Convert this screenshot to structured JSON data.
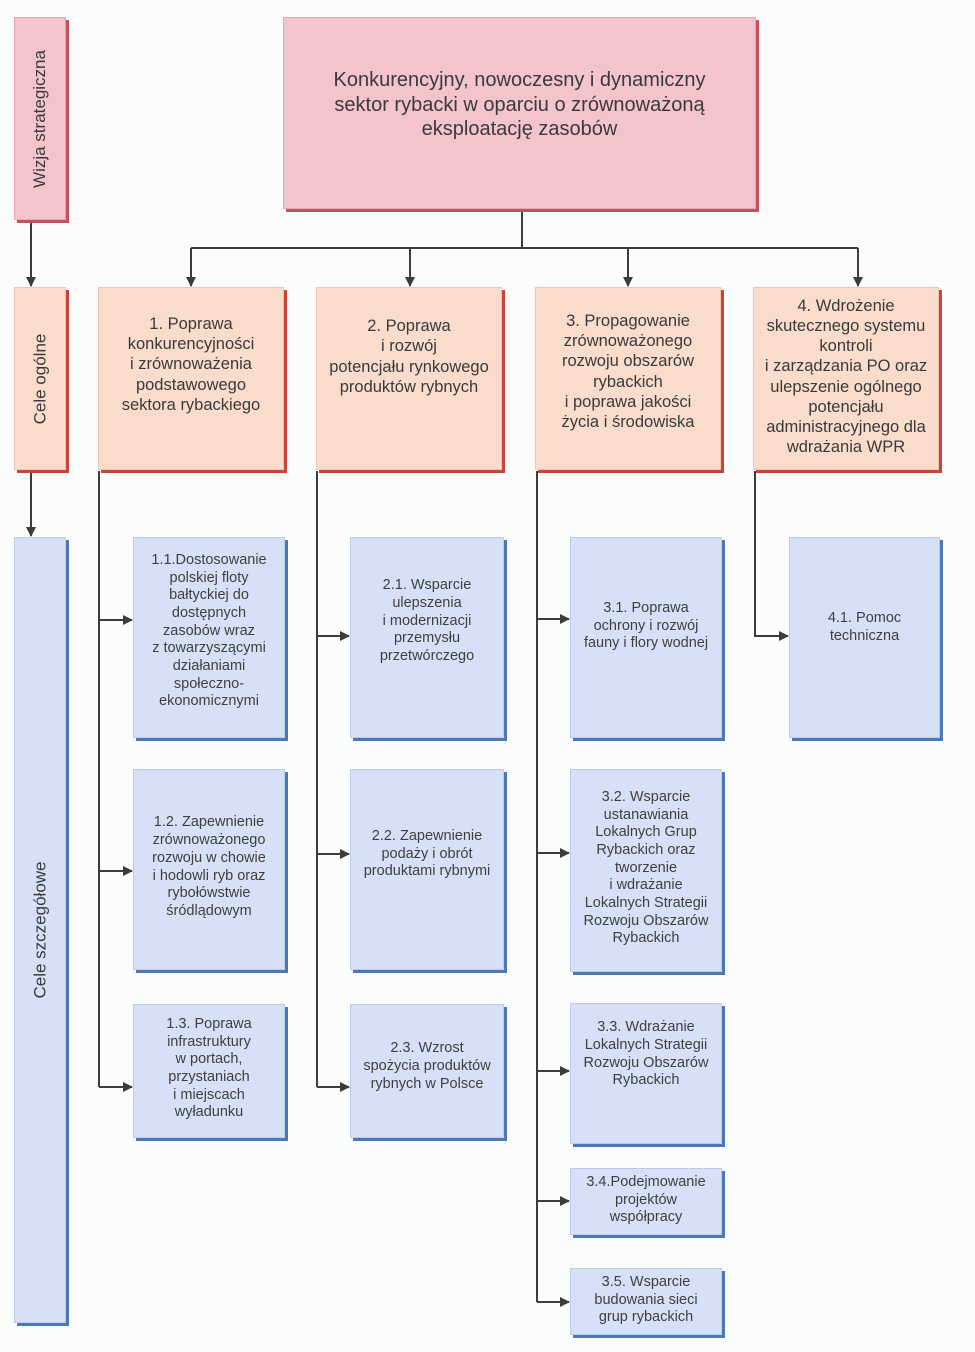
{
  "diagram": {
    "row_labels": {
      "vision": "Wizja strategiczna",
      "general_goals": "Cele ogólne",
      "specific_goals": "Cele szczegółowe"
    },
    "vision": {
      "text": "Konkurencyjny, nowoczesny i  dynamiczny\nsektor rybacki w oparciu o zrównoważoną\neksploatację zasobów"
    },
    "general_goals": [
      {
        "text": "1. Poprawa\nkonkurencyjności\ni zrównoważenia\npodstawowego\nsektora rybackiego"
      },
      {
        "text": "2. Poprawa\ni rozwój\npotencjału rynkowego\nproduktów rybnych"
      },
      {
        "text": "3. Propagowanie\nzrównoważonego\nrozwoju obszarów\nrybackich\ni poprawa jakości\nżycia i środowiska"
      },
      {
        "text": "4. Wdrożenie\nskutecznego systemu\nkontroli\ni zarządzania PO oraz\nulepszenie ogólnego\npotencjału\nadministracyjnego dla\nwdrażania WPR"
      }
    ],
    "specific_goals": [
      [
        {
          "text": "1.1.Dostosowanie\npolskiej floty\nbałtyckiej do\ndostępnych\nzasobów wraz\nz towarzyszącymi\ndziałaniami\nspołeczno-\nekonomicznymi"
        },
        {
          "text": "1.2. Zapewnienie\nzrównoważonego\nrozwoju w chowie\ni hodowli ryb oraz\nrybołówstwie\nśródlądowym"
        },
        {
          "text": "1.3. Poprawa\ninfrastruktury\nw portach,\nprzystaniach\ni miejscach\nwyładunku"
        }
      ],
      [
        {
          "text": "2.1. Wsparcie\nulepszenia\ni modernizacji\nprzemysłu\nprzetwórczego"
        },
        {
          "text": "2.2. Zapewnienie\npodaży i obrót\nproduktami rybnymi"
        },
        {
          "text": "2.3. Wzrost\nspożycia produktów\nrybnych w Polsce"
        }
      ],
      [
        {
          "text": "3.1. Poprawa\nochrony i rozwój\nfauny i flory wodnej"
        },
        {
          "text": "3.2. Wsparcie\nustanawiania\nLokalnych Grup\nRybackich oraz\ntworzenie\ni wdrażanie\nLokalnych Strategii\nRozwoju Obszarów\nRybackich"
        },
        {
          "text": "3.3. Wdrażanie\nLokalnych Strategii\nRozwoju Obszarów\nRybackich"
        },
        {
          "text": "3.4.Podejmowanie\nprojektów\nwspółpracy"
        },
        {
          "text": "3.5. Wsparcie\nbudowania sieci\ngrup rybackich"
        }
      ],
      [
        {
          "text": "4.1. Pomoc\ntechniczna"
        }
      ]
    ],
    "colors": {
      "vision_fill": "#f3c4cc",
      "general_fill": "#f9dccb",
      "specific_fill": "#d6e1f7",
      "connector": "#3c3c3c"
    }
  }
}
